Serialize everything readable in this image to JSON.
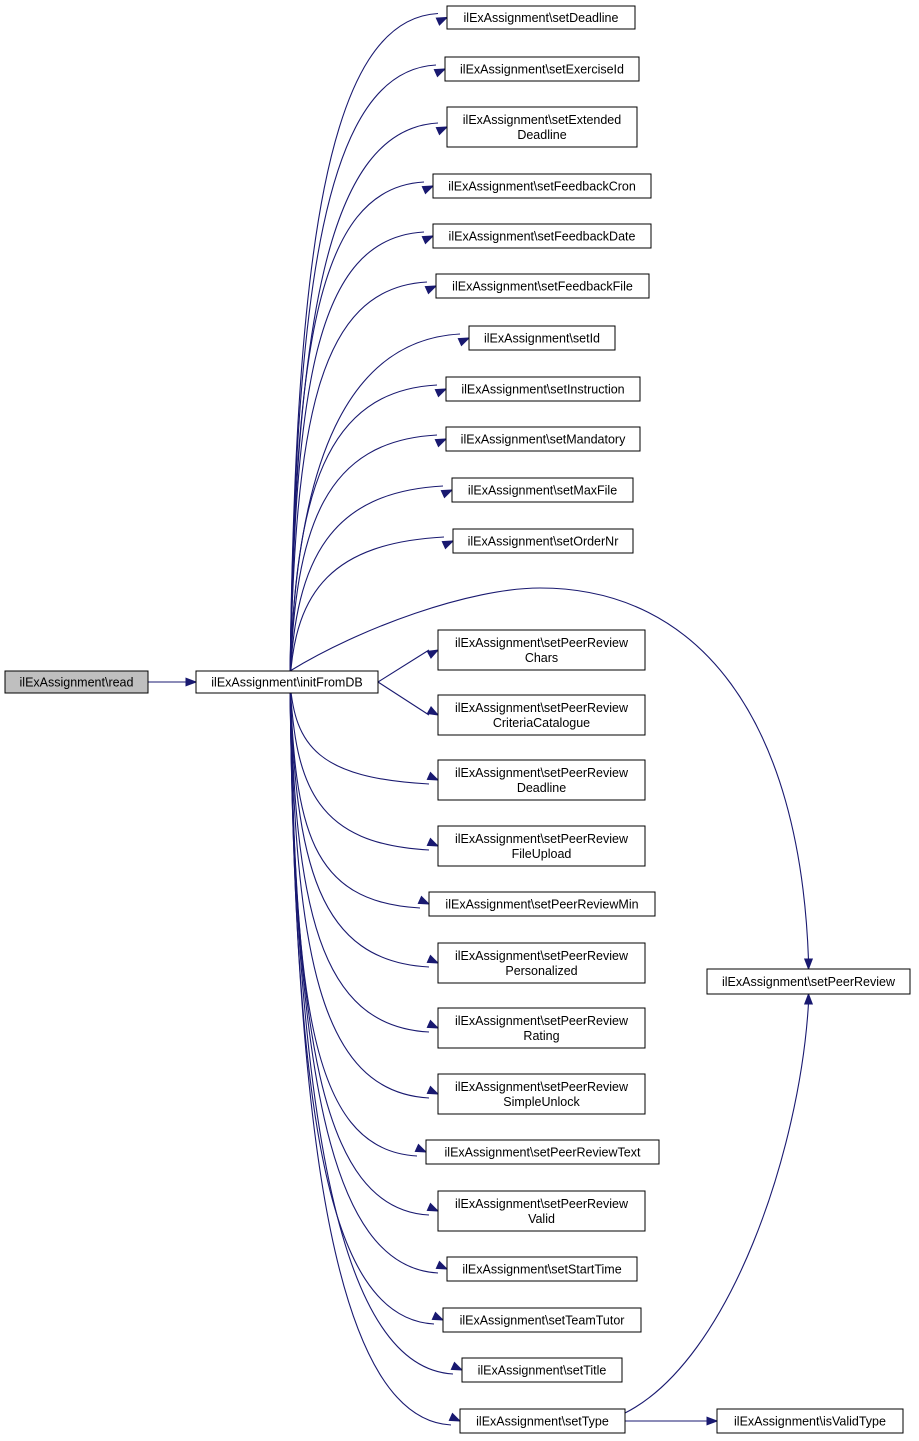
{
  "colors": {
    "edge": "#191970",
    "root_fill": "#bfbfbf",
    "node_fill": "#ffffff",
    "node_border": "#000000"
  },
  "nodes": {
    "read": [
      "ilExAssignment\\read"
    ],
    "initFromDB": [
      "ilExAssignment\\initFromDB"
    ],
    "setDeadline": [
      "ilExAssignment\\setDeadline"
    ],
    "setExerciseId": [
      "ilExAssignment\\setExerciseId"
    ],
    "setExtendedDeadline": [
      "ilExAssignment\\setExtended",
      "Deadline"
    ],
    "setFeedbackCron": [
      "ilExAssignment\\setFeedbackCron"
    ],
    "setFeedbackDate": [
      "ilExAssignment\\setFeedbackDate"
    ],
    "setFeedbackFile": [
      "ilExAssignment\\setFeedbackFile"
    ],
    "setId": [
      "ilExAssignment\\setId"
    ],
    "setInstruction": [
      "ilExAssignment\\setInstruction"
    ],
    "setMandatory": [
      "ilExAssignment\\setMandatory"
    ],
    "setMaxFile": [
      "ilExAssignment\\setMaxFile"
    ],
    "setOrderNr": [
      "ilExAssignment\\setOrderNr"
    ],
    "setPeerReviewChars": [
      "ilExAssignment\\setPeerReview",
      "Chars"
    ],
    "setPeerReviewCriteriaCatalogue": [
      "ilExAssignment\\setPeerReview",
      "CriteriaCatalogue"
    ],
    "setPeerReviewDeadline": [
      "ilExAssignment\\setPeerReview",
      "Deadline"
    ],
    "setPeerReviewFileUpload": [
      "ilExAssignment\\setPeerReview",
      "FileUpload"
    ],
    "setPeerReviewMin": [
      "ilExAssignment\\setPeerReviewMin"
    ],
    "setPeerReviewPersonalized": [
      "ilExAssignment\\setPeerReview",
      "Personalized"
    ],
    "setPeerReviewRating": [
      "ilExAssignment\\setPeerReview",
      "Rating"
    ],
    "setPeerReviewSimpleUnlock": [
      "ilExAssignment\\setPeerReview",
      "SimpleUnlock"
    ],
    "setPeerReviewText": [
      "ilExAssignment\\setPeerReviewText"
    ],
    "setPeerReviewValid": [
      "ilExAssignment\\setPeerReview",
      "Valid"
    ],
    "setStartTime": [
      "ilExAssignment\\setStartTime"
    ],
    "setTeamTutor": [
      "ilExAssignment\\setTeamTutor"
    ],
    "setTitle": [
      "ilExAssignment\\setTitle"
    ],
    "setType": [
      "ilExAssignment\\setType"
    ],
    "setPeerReview": [
      "ilExAssignment\\setPeerReview"
    ],
    "isValidType": [
      "ilExAssignment\\isValidType"
    ]
  },
  "edges": [
    [
      "read",
      "initFromDB"
    ],
    [
      "initFromDB",
      "setDeadline"
    ],
    [
      "initFromDB",
      "setExerciseId"
    ],
    [
      "initFromDB",
      "setExtendedDeadline"
    ],
    [
      "initFromDB",
      "setFeedbackCron"
    ],
    [
      "initFromDB",
      "setFeedbackDate"
    ],
    [
      "initFromDB",
      "setFeedbackFile"
    ],
    [
      "initFromDB",
      "setId"
    ],
    [
      "initFromDB",
      "setInstruction"
    ],
    [
      "initFromDB",
      "setMandatory"
    ],
    [
      "initFromDB",
      "setMaxFile"
    ],
    [
      "initFromDB",
      "setOrderNr"
    ],
    [
      "initFromDB",
      "setPeerReview"
    ],
    [
      "initFromDB",
      "setPeerReviewChars"
    ],
    [
      "initFromDB",
      "setPeerReviewCriteriaCatalogue"
    ],
    [
      "initFromDB",
      "setPeerReviewDeadline"
    ],
    [
      "initFromDB",
      "setPeerReviewFileUpload"
    ],
    [
      "initFromDB",
      "setPeerReviewMin"
    ],
    [
      "initFromDB",
      "setPeerReviewPersonalized"
    ],
    [
      "initFromDB",
      "setPeerReviewRating"
    ],
    [
      "initFromDB",
      "setPeerReviewSimpleUnlock"
    ],
    [
      "initFromDB",
      "setPeerReviewText"
    ],
    [
      "initFromDB",
      "setPeerReviewValid"
    ],
    [
      "initFromDB",
      "setStartTime"
    ],
    [
      "initFromDB",
      "setTeamTutor"
    ],
    [
      "initFromDB",
      "setTitle"
    ],
    [
      "initFromDB",
      "setType"
    ],
    [
      "setType",
      "setPeerReview"
    ],
    [
      "setType",
      "isValidType"
    ]
  ]
}
